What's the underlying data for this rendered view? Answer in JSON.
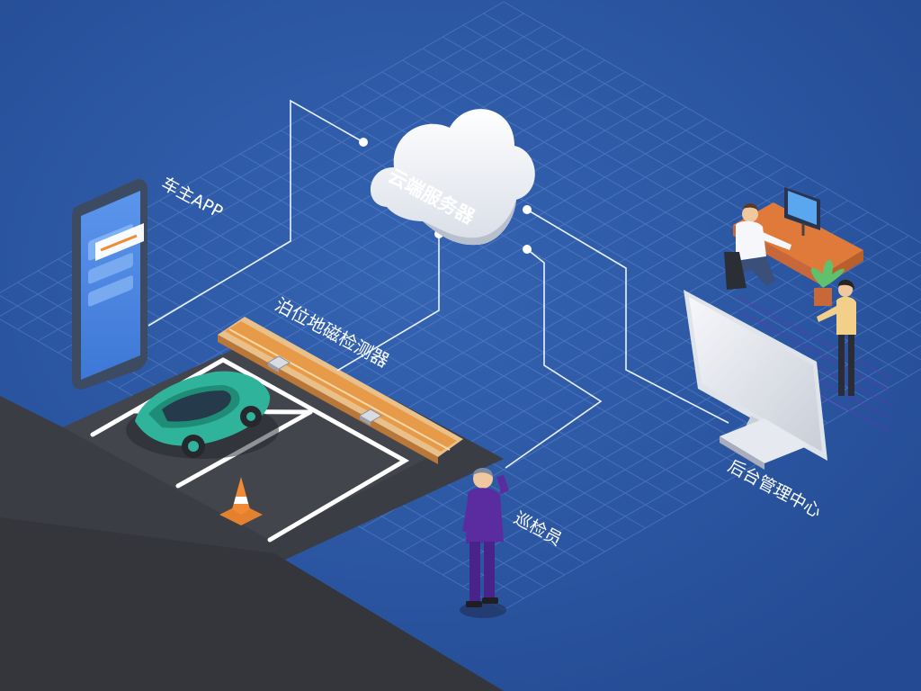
{
  "colors": {
    "background": "#2a55a0",
    "grid": "#6f95d8",
    "connector": "#eaf2ff",
    "asphalt": "#3b3d44",
    "car": "#2fb39a",
    "sensor_strip": "#e79a48",
    "cloud": "#f4f6fa",
    "patrol_uniform": "#5a2ca0"
  },
  "labels": {
    "cloud": "云端服务器",
    "app": "车主APP",
    "detector": "泊位地磁检测器",
    "backend": "后台管理中心",
    "inspector": "巡检员"
  },
  "icons": {
    "cloud": "cloud-icon",
    "phone": "smartphone-icon",
    "car": "car-icon",
    "cone": "traffic-cone-icon",
    "monitor": "monitor-icon",
    "person": "person-icon"
  }
}
